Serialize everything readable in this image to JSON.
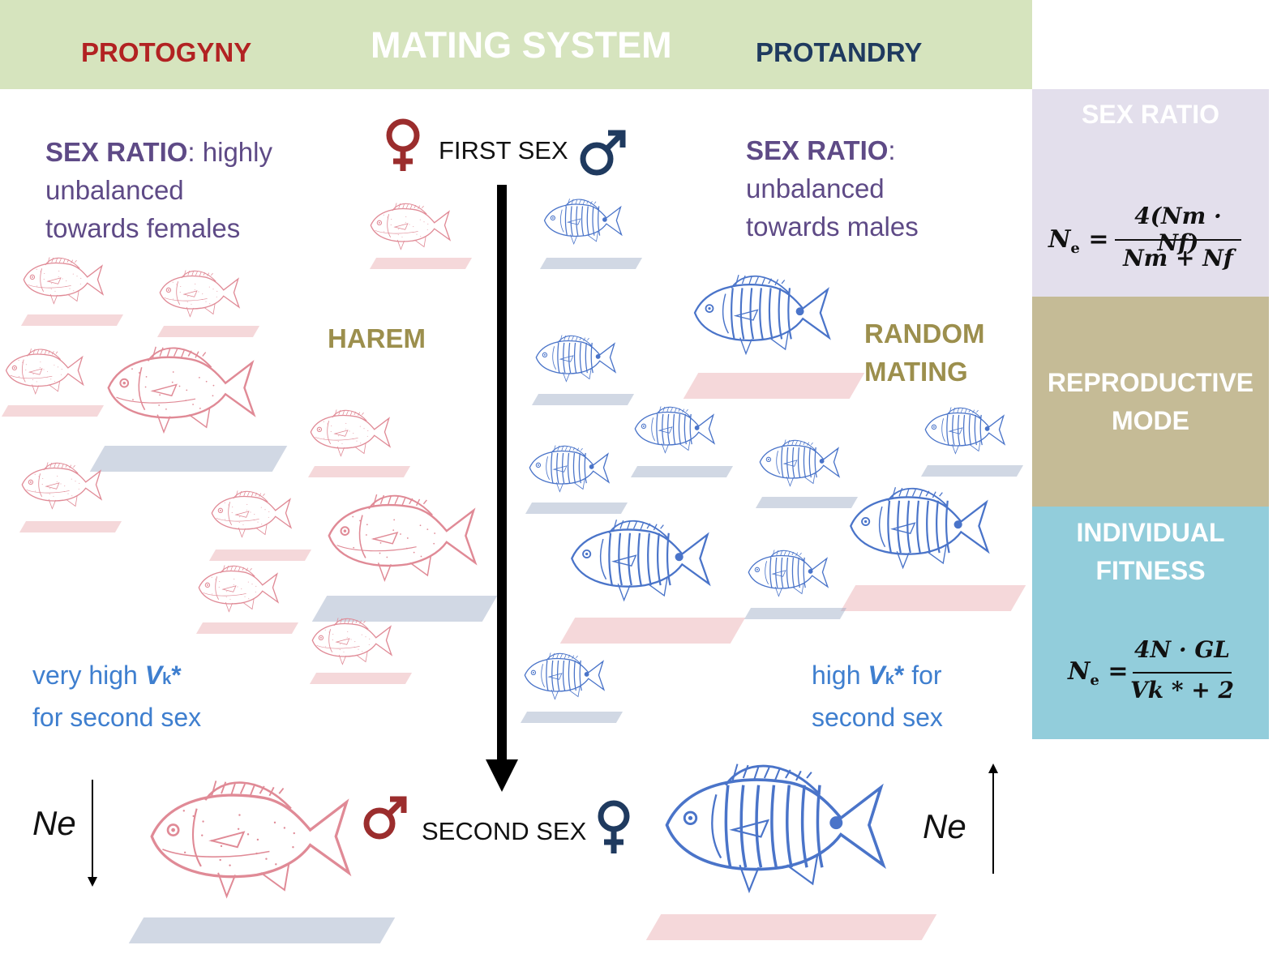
{
  "header": {
    "left_label": "PROTOGYNY",
    "center_label": "MATING SYSTEM",
    "right_label": "PROTANDRY"
  },
  "side_panel": {
    "sex_ratio_title": "SEX RATIO",
    "sex_ratio_formula": {
      "lhs": "Ne",
      "numerator": "4(Nm · Nf)",
      "denominator": "Nm + Nf"
    },
    "reproductive_mode_title_line1": "REPRODUCTIVE",
    "reproductive_mode_title_line2": "MODE",
    "fitness_title_line1": "INDIVIDUAL",
    "fitness_title_line2": "FITNESS",
    "fitness_formula": {
      "lhs": "Ne",
      "numerator": "4N · GL",
      "denominator": "Vk * + 2"
    },
    "colors": {
      "sex_ratio": "#e3dfec",
      "reproductive_mode": "#c5bb96",
      "individual_fitness": "#92cddb"
    }
  },
  "protogyny": {
    "sex_ratio_label": "SEX RATIO",
    "sex_ratio_text_1": ": highly",
    "sex_ratio_text_2": "unbalanced",
    "sex_ratio_text_3": "towards females",
    "mating_label": "HAREM",
    "vk_prefix": "very high ",
    "vk_symbol": "V",
    "vk_sub": "k",
    "vk_star": "*",
    "vk_line2": "for second sex",
    "ne_label": "Ne",
    "ne_direction": "down",
    "fish_color": "#e08a96"
  },
  "protandry": {
    "sex_ratio_label": "SEX RATIO",
    "sex_ratio_text_1": ":",
    "sex_ratio_text_2": "unbalanced",
    "sex_ratio_text_3": "towards males",
    "mating_label_1": "RANDOM",
    "mating_label_2": "MATING",
    "vk_prefix": "high ",
    "vk_symbol": "V",
    "vk_sub": "k",
    "vk_star": "*",
    "vk_suffix": " for",
    "vk_line2": "second sex",
    "ne_label": "Ne",
    "ne_direction": "up",
    "fish_color": "#4a74c9"
  },
  "center": {
    "first_sex_label": "FIRST SEX",
    "second_sex_label": "SECOND SEX",
    "female_symbol_color": "#9b2d2d",
    "male_symbol_color": "#1f3a5f"
  }
}
